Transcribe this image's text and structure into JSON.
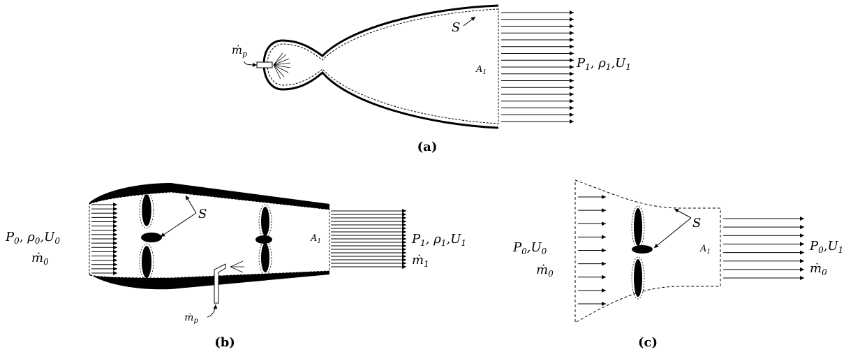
{
  "panels": {
    "a": {
      "caption": "(a)",
      "propellant_flow": "ṁ_p",
      "surface": "S",
      "exit_area": "A_1",
      "exit_state": "P_1, ρ_1, U_1"
    },
    "b": {
      "caption": "(b)",
      "inlet_state": "P_0, ρ_0, U_0",
      "inlet_mass_flow": "ṁ_0",
      "surface": "S",
      "exit_area": "A_1",
      "exit_state": "P_1, ρ_1, U_1",
      "exit_mass_flow": "ṁ_1",
      "fuel_flow": "ṁ_p"
    },
    "c": {
      "caption": "(c)",
      "inlet_state": "P_0, U_0",
      "inlet_mass_flow": "ṁ_0",
      "surface": "S",
      "exit_area": "A_1",
      "exit_state": "P_0, U_1",
      "exit_mass_flow": "ṁ_0"
    }
  }
}
